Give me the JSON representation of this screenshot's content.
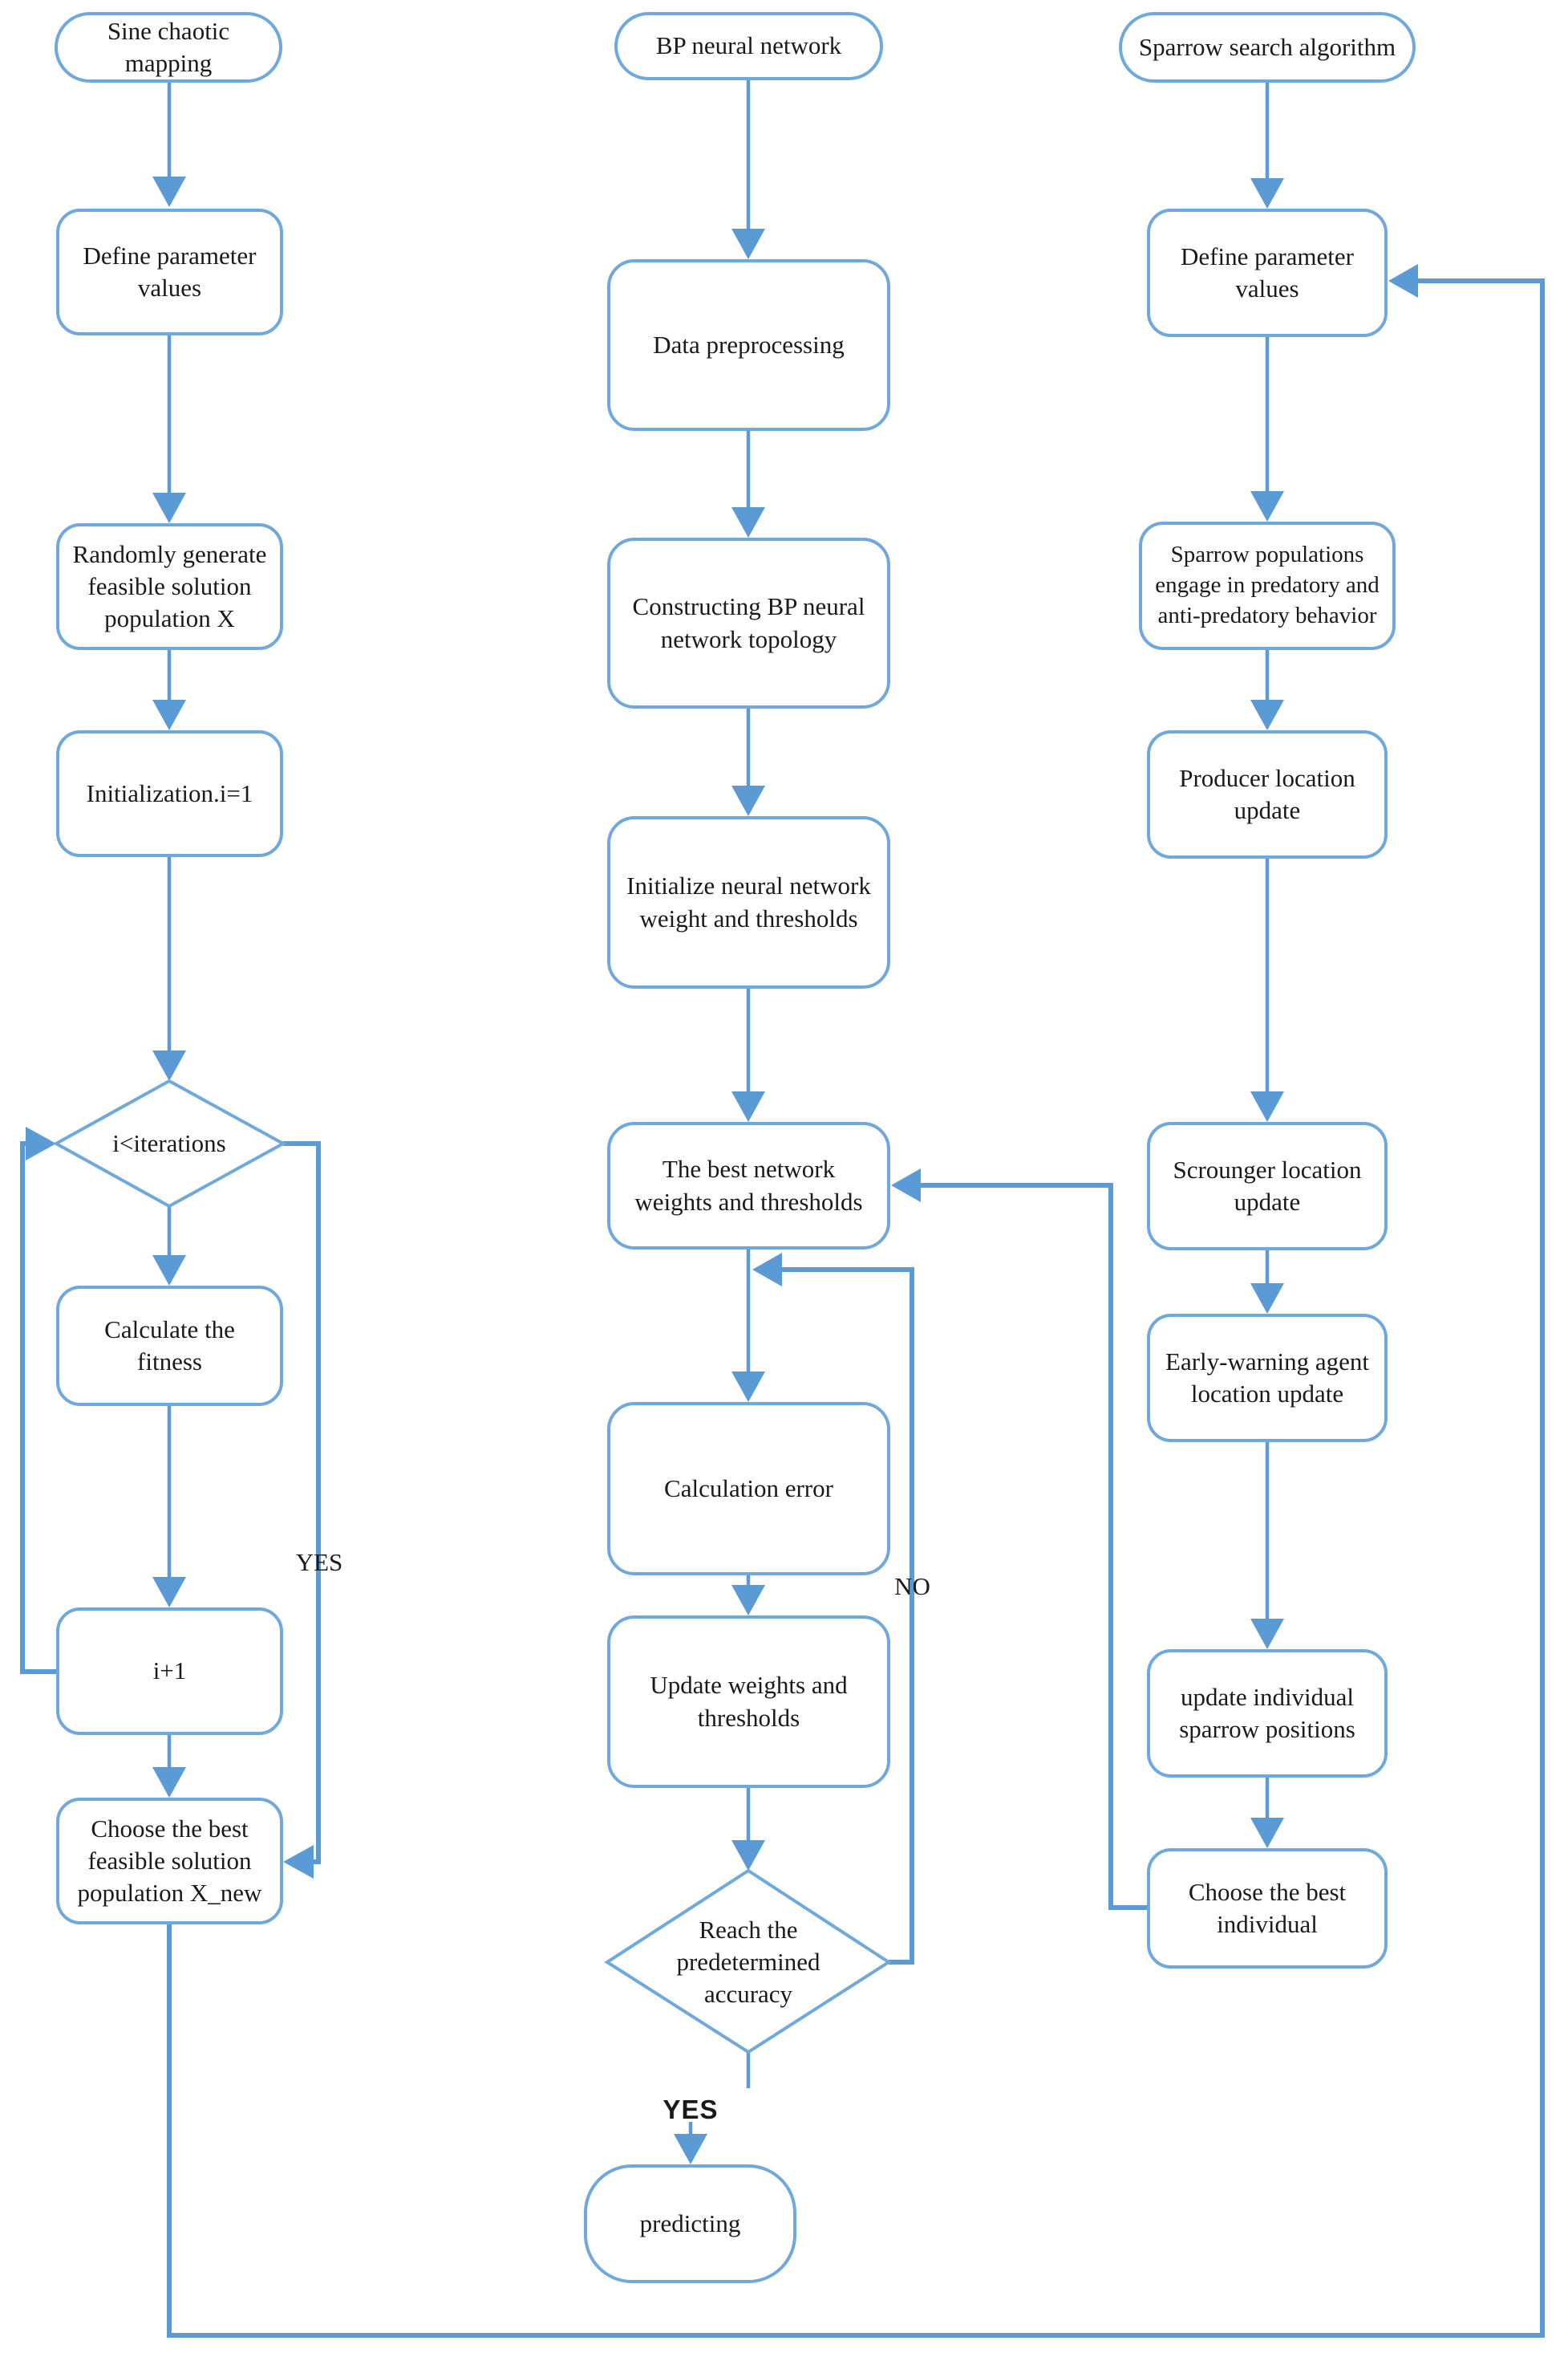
{
  "diagram_title": "SSA-BP flowchart",
  "colors": {
    "box_border": "#6fa8dc",
    "connector": "#5b9bd5",
    "text": "#1a1a1a",
    "background": "#ffffff"
  },
  "flow": {
    "left": {
      "nodes": [
        "Sine chaotic mapping",
        "Define parameter values",
        "Randomly generate feasible solution population X",
        "Initialization.i=1",
        "i<iterations",
        "Calculate the fitness",
        "i+1",
        "Choose the best feasible solution population X_new"
      ],
      "labels": {
        "yes": "YES"
      }
    },
    "middle": {
      "nodes": [
        "BP neural network",
        "Data preprocessing",
        "Constructing BP neural network topology",
        "Initialize neural network weight and thresholds",
        "The best network weights and thresholds",
        "Calculation error",
        "Update weights and thresholds",
        "Reach the predetermined accuracy",
        "predicting"
      ],
      "labels": {
        "yes": "YES",
        "no": "NO"
      }
    },
    "right": {
      "nodes": [
        "Sparrow search algorithm",
        "Define parameter values",
        "Sparrow populations engage in predatory and anti-predatory behavior",
        "Producer location update",
        "Scrounger location update",
        "Early-warning agent location update",
        "update individual sparrow positions",
        "Choose the best individual"
      ]
    }
  }
}
